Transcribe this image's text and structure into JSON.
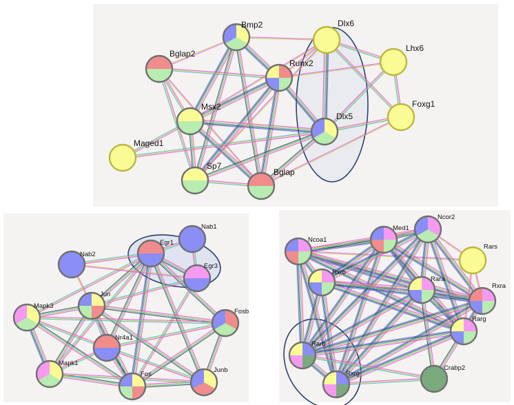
{
  "colors": {
    "background": "#f4f3f1",
    "blue": "#8a8ef6",
    "green": "#b8ecb0",
    "red": "#f08c8c",
    "yellow": "#fbfb96",
    "magenta": "#f59af0",
    "darkgreen": "#7aaa7e",
    "node_border_yellow": "#b8b83a",
    "node_border_default": "#888888",
    "ellipse_stroke": "#2a3f6f",
    "ellipse_fill": "#dfe4f0"
  },
  "panels": [
    {
      "nodes": [
        {
          "id": "Bmp2",
          "label": "Bmp2",
          "colors": [
            "yellow",
            "green",
            "blue"
          ]
        },
        {
          "id": "Dlx6",
          "label": "Dlx6",
          "colors": [
            "yellow"
          ]
        },
        {
          "id": "Bglap2",
          "label": "Bglap2",
          "colors": [
            "red",
            "green"
          ]
        },
        {
          "id": "Lhx6",
          "label": "Lhx6",
          "colors": [
            "yellow"
          ]
        },
        {
          "id": "Runx2",
          "label": "Runx2",
          "colors": [
            "red",
            "green",
            "blue",
            "yellow"
          ]
        },
        {
          "id": "Foxg1",
          "label": "Foxg1",
          "colors": [
            "yellow"
          ]
        },
        {
          "id": "Msx2",
          "label": "Msx2",
          "colors": [
            "yellow",
            "green"
          ]
        },
        {
          "id": "Dlx5",
          "label": "Dlx5",
          "colors": [
            "yellow",
            "green",
            "blue"
          ]
        },
        {
          "id": "Maged1",
          "label": "Maged1",
          "colors": [
            "yellow"
          ]
        },
        {
          "id": "Sp7",
          "label": "Sp7",
          "colors": [
            "yellow",
            "green"
          ]
        },
        {
          "id": "Bglap",
          "label": "Bglap",
          "colors": [
            "red",
            "green"
          ]
        }
      ]
    },
    {
      "nodes": [
        {
          "id": "Egr1",
          "label": "Egr1",
          "colors": [
            "red",
            "blue"
          ]
        },
        {
          "id": "Nab1",
          "label": "Nab1",
          "colors": [
            "blue"
          ]
        },
        {
          "id": "Nab2",
          "label": "Nab2",
          "colors": [
            "blue"
          ]
        },
        {
          "id": "Egr3",
          "label": "Egr3",
          "colors": [
            "magenta",
            "blue"
          ]
        },
        {
          "id": "Jun",
          "label": "Jun",
          "colors": [
            "yellow",
            "red",
            "green",
            "blue"
          ]
        },
        {
          "id": "Fosb",
          "label": "Fosb",
          "colors": [
            "red",
            "green",
            "blue"
          ]
        },
        {
          "id": "Mapk3",
          "label": "Mapk3",
          "colors": [
            "yellow",
            "green",
            "magenta"
          ]
        },
        {
          "id": "Nr4a1",
          "label": "Nr4a1",
          "colors": [
            "red",
            "blue"
          ]
        },
        {
          "id": "Mapk1",
          "label": "Mapk1",
          "colors": [
            "yellow",
            "green",
            "magenta"
          ]
        },
        {
          "id": "Fos",
          "label": "Fos",
          "colors": [
            "yellow",
            "red",
            "green",
            "blue"
          ]
        },
        {
          "id": "Junb",
          "label": "Junb",
          "colors": [
            "yellow",
            "red",
            "blue"
          ]
        }
      ]
    },
    {
      "nodes": [
        {
          "id": "Ncoa1",
          "label": "Ncoa1",
          "colors": [
            "magenta",
            "green",
            "red",
            "blue"
          ]
        },
        {
          "id": "Med1",
          "label": "Med1",
          "colors": [
            "magenta",
            "green",
            "red",
            "blue"
          ]
        },
        {
          "id": "Ncor2",
          "label": "Ncor2",
          "colors": [
            "magenta",
            "green",
            "blue"
          ]
        },
        {
          "id": "Rars",
          "label": "Rars",
          "colors": [
            "yellow"
          ]
        },
        {
          "id": "Rxrb",
          "label": "Rxrb",
          "colors": [
            "magenta",
            "green",
            "blue",
            "yellow"
          ]
        },
        {
          "id": "Rara",
          "label": "Rara",
          "colors": [
            "magenta",
            "green",
            "blue",
            "yellow"
          ]
        },
        {
          "id": "Rxra",
          "label": "Rxra",
          "colors": [
            "magenta",
            "green",
            "blue",
            "red"
          ]
        },
        {
          "id": "Rarg",
          "label": "Rarg",
          "colors": [
            "magenta",
            "green",
            "blue",
            "yellow"
          ]
        },
        {
          "id": "Rarb",
          "label": "Rarb",
          "colors": [
            "blue",
            "darkgreen",
            "magenta",
            "yellow"
          ]
        },
        {
          "id": "Rxrg",
          "label": "Rxrg",
          "colors": [
            "blue",
            "darkgreen",
            "magenta",
            "yellow"
          ]
        },
        {
          "id": "Crabp2",
          "label": "Crabp2",
          "colors": [
            "darkgreen"
          ]
        }
      ]
    }
  ]
}
